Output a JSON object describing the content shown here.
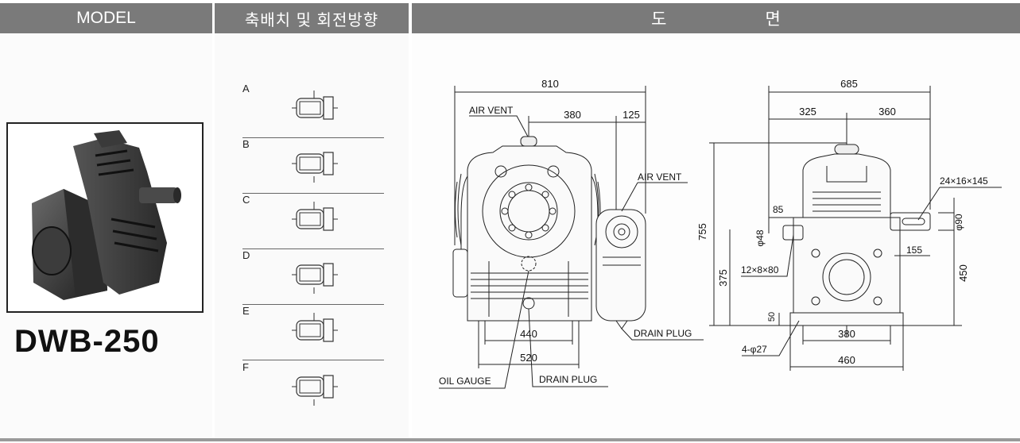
{
  "header": {
    "model": "MODEL",
    "arrangement": "축배치 및 회전방향",
    "drawing_1": "도",
    "drawing_2": "면"
  },
  "product": {
    "model_name": "DWB-250"
  },
  "orientations": [
    "A",
    "B",
    "C",
    "D",
    "E",
    "F"
  ],
  "drawing": {
    "front": {
      "overall_width": "810",
      "dim_380": "380",
      "dim_125": "125",
      "dim_440": "440",
      "dim_520": "520",
      "air_vent_top": "AIR VENT",
      "air_vent_side": "AIR VENT",
      "drain_plug_side": "DRAIN PLUG",
      "oil_gauge": "OIL GAUGE",
      "drain_plug_bottom": "DRAIN PLUG"
    },
    "side": {
      "overall_width": "685",
      "dim_325": "325",
      "dim_360": "360",
      "height_755": "755",
      "height_375": "375",
      "height_450": "450",
      "dim_85": "85",
      "dia_48": "φ48",
      "dia_90": "φ90",
      "key_24": "24×16×145",
      "dim_155": "155",
      "key_12": "12×8×80",
      "dim_50": "50",
      "dim_380": "380",
      "holes": "4-φ27",
      "dim_460": "460"
    }
  }
}
